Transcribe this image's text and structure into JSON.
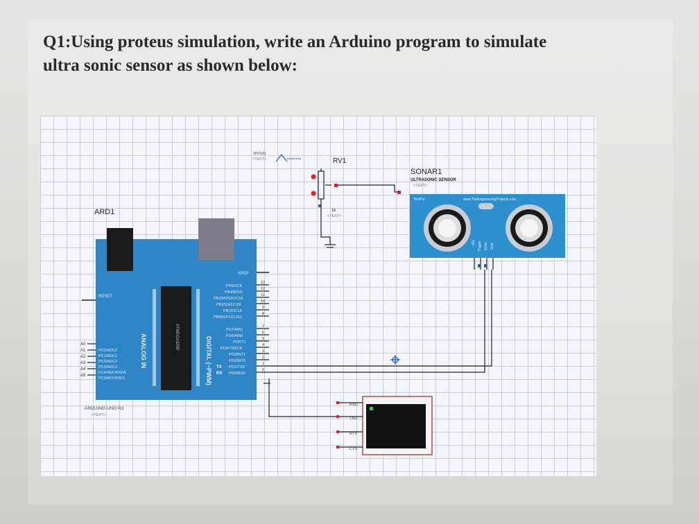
{
  "question": {
    "line1": "Q1:Using proteus simulation, write an Arduino program to simulate",
    "line2": "ultra sonic sensor as shown below:"
  },
  "schematic": {
    "arduino": {
      "ref": "ARD1",
      "model": "ARDUINO UNO R3",
      "text_tag": "<TEXT>",
      "analog_label": "ANALOG IN",
      "digital_label": "DIGITAL (~PWM)",
      "reset_label": "RESET",
      "aref_label": "AREF",
      "analog_pins": [
        "A0",
        "A1",
        "A2",
        "A3",
        "A4",
        "A5"
      ],
      "analog_pin_names": [
        "PC0/ADC0",
        "PC1/ADC1",
        "PC2/ADC2",
        "PC3/ADC3",
        "PC4/ADC4/SDA",
        "PC5/ADC5/SCL"
      ],
      "digital_pin_names": [
        "PB5/SCK",
        "PB4/MISO",
        "PB3/MOSI/OC2A",
        "PB2/SS/OC1B",
        "PB1/OC1A",
        "PB0/ICP1/CLKO",
        "PD7/AIN1",
        "PD6/AIN0",
        "PD5/T1",
        "PD4/T0/XCK",
        "PD3/INT1",
        "PD2/INT0",
        "PD1/TXD",
        "PD0/RXD"
      ],
      "digital_pin_numbers": [
        "13",
        "12",
        "11",
        "10",
        "9",
        "8",
        "7",
        "6",
        "5",
        "4",
        "3",
        "2",
        "1",
        "0"
      ],
      "tx_label": "TX",
      "rx_label": "RX",
      "chip_label": "ATMEGA328P"
    },
    "potentiometer": {
      "ref": "RV1",
      "value": "1k",
      "text_tag": "<TEXT>",
      "rv_tag": "RV1(2)"
    },
    "sonar": {
      "ref": "SONAR1",
      "type": "ULTRASONIC SENSOR",
      "text_tag": "<TEXT>",
      "test_label": "TestPin",
      "watermark": "www.TheEngineeringProjects.com",
      "pins": [
        "+5V",
        "Trigger",
        "Echo",
        "Gnd"
      ]
    },
    "terminal": {
      "pins": [
        "RXD",
        "TXD",
        "RTS",
        "CTS"
      ]
    },
    "colors": {
      "board_blue": "#2f86c6",
      "sensor_blue": "#2e8fcf",
      "wire": "#222222",
      "pin_red": "#e02020",
      "pin_blue": "#1d5fd0",
      "terminal_border": "#c05050",
      "terminal_green": "#22dd22"
    }
  }
}
